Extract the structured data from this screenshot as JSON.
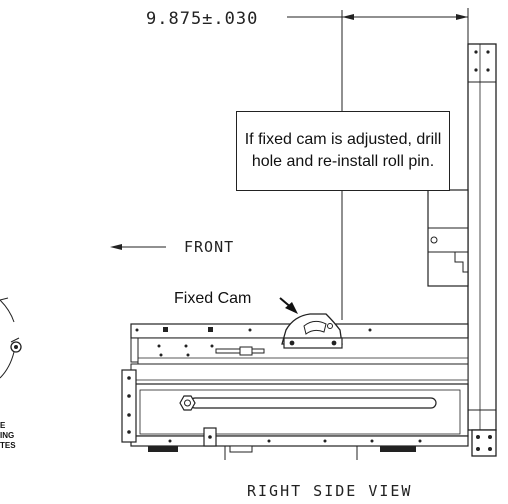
{
  "dimension": {
    "value_text": "9.875±.030"
  },
  "note": {
    "line1": "If fixed cam is adjusted, drill",
    "line2": "hole and re-install roll pin."
  },
  "direction": {
    "label": "FRONT"
  },
  "callout": {
    "label": "Fixed Cam"
  },
  "view": {
    "title": "RIGHT SIDE VIEW"
  },
  "partial_detail": {
    "lines": [
      "E",
      "ING",
      "TES"
    ]
  }
}
